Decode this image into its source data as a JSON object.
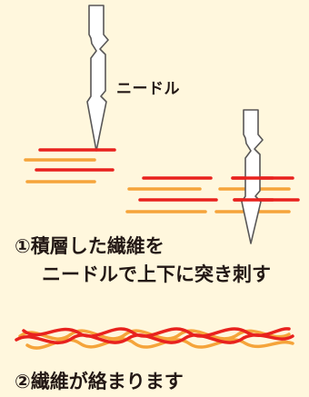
{
  "labels": {
    "needle": "ニードル",
    "step1_line1": "①積層した繊維を",
    "step1_line2": "ニードルで上下に突き刺す",
    "step2_line1": "②繊維が絡まります"
  },
  "colors": {
    "background": "#fff7dd",
    "fiber_red": "#e8221e",
    "fiber_orange": "#f5a43a",
    "needle_fill": "#ffffff",
    "needle_stroke": "#595757",
    "text": "#231815"
  },
  "icons": {
    "needle_left": "needle-icon",
    "needle_right": "needle-icon",
    "fibers_layered": "layered-fibers-icon",
    "fibers_tangled": "tangled-fibers-icon"
  }
}
